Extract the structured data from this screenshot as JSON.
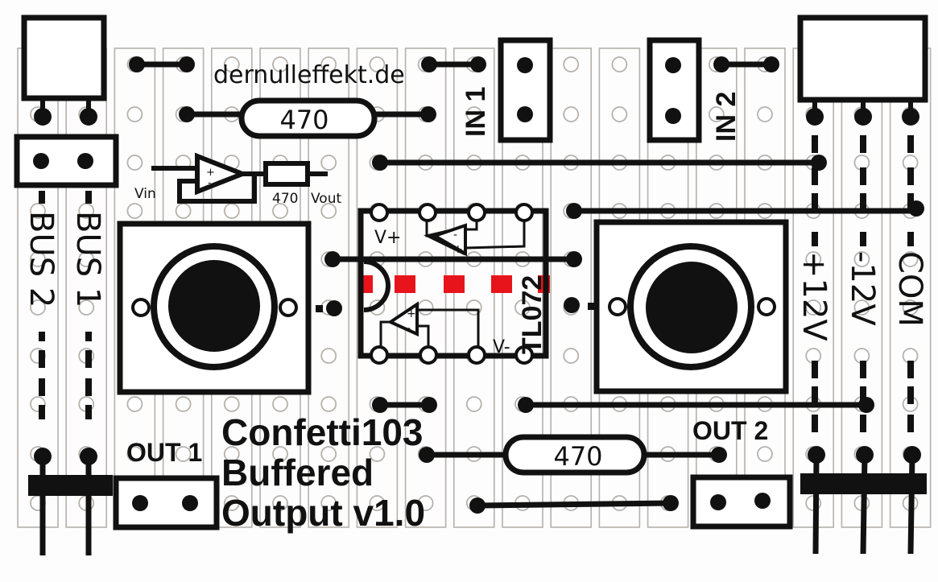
{
  "board": {
    "watermark": "dernulleffekt.de",
    "title_lines": [
      "Confetti103",
      "Buffered",
      "Output v1.0"
    ],
    "colors": {
      "ink": "#111111",
      "strip": "#b5b1ad",
      "cut": "#e8141c",
      "background": "#fdfdfd"
    }
  },
  "components": {
    "resistor_top": {
      "value": "470"
    },
    "resistor_bottom": {
      "value": "470"
    },
    "ic": {
      "part": "TL072",
      "pin_label_vplus": "V+",
      "pin_label_vminus": "V-"
    },
    "schematic": {
      "vin": "Vin",
      "resistor": "470",
      "vout": "Vout",
      "plus": "+",
      "minus": "-"
    }
  },
  "connectors": {
    "in1": "IN 1",
    "in2": "IN 2",
    "out1": "OUT 1",
    "out2": "OUT 2",
    "bus1": "BUS 1",
    "bus2": "BUS 2",
    "power": [
      "+12V",
      "-12V",
      "COM"
    ]
  }
}
